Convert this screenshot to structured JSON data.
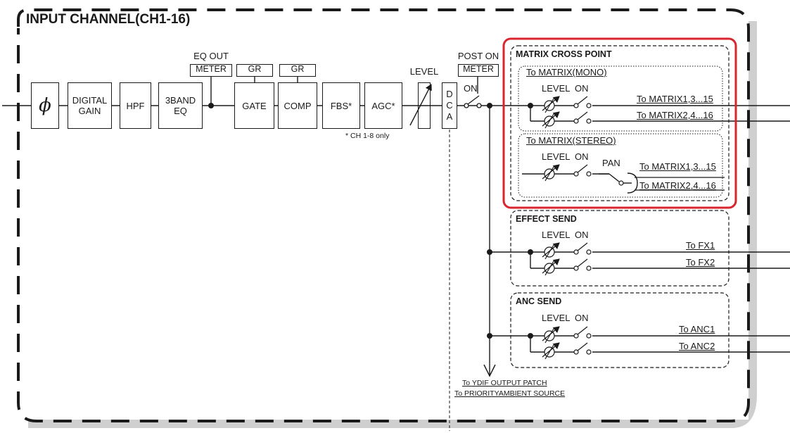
{
  "title": "INPUT CHANNEL(CH1-16)",
  "blocks": {
    "phase": "ϕ",
    "digital_gain": "DIGITAL\nGAIN",
    "hpf": "HPF",
    "eq": "3BAND\nEQ",
    "gate": "GATE",
    "comp": "COMP",
    "fbs": "FBS*",
    "agc": "AGC*",
    "dca": "D\nC\nA"
  },
  "tap_labels": {
    "eq_out": "EQ OUT",
    "eq_meter": "METER",
    "gate_gr": "GR",
    "comp_gr": "GR",
    "level": "LEVEL",
    "post_on": "POST ON",
    "post_meter": "METER",
    "on": "ON"
  },
  "footnote": "* CH 1-8 only",
  "matrix": {
    "title": "MATRIX CROSS POINT",
    "mono": {
      "title": "To MATRIX(MONO)",
      "level": "LEVEL",
      "on": "ON",
      "out1": "To MATRIX1,3...15",
      "out2": "To MATRIX2,4...16"
    },
    "stereo": {
      "title": "To MATRIX(STEREO)",
      "level": "LEVEL",
      "on": "ON",
      "pan": "PAN",
      "out1": "To MATRIX1,3...15",
      "out2": "To MATRIX2,4...16"
    }
  },
  "effect_send": {
    "title": "EFFECT SEND",
    "level": "LEVEL",
    "on": "ON",
    "out1": "To FX1",
    "out2": "To FX2"
  },
  "anc_send": {
    "title": "ANC SEND",
    "level": "LEVEL",
    "on": "ON",
    "out1": "To ANC1",
    "out2": "To ANC2"
  },
  "outputs": {
    "ydif": "To YDIF OUTPUT PATCH",
    "priority": "To PRIORITYAMBIENT SOURCE"
  },
  "colors": {
    "line": "#1a1a1a",
    "highlight": "#d9262e",
    "shadow": "#c8c8c8"
  }
}
